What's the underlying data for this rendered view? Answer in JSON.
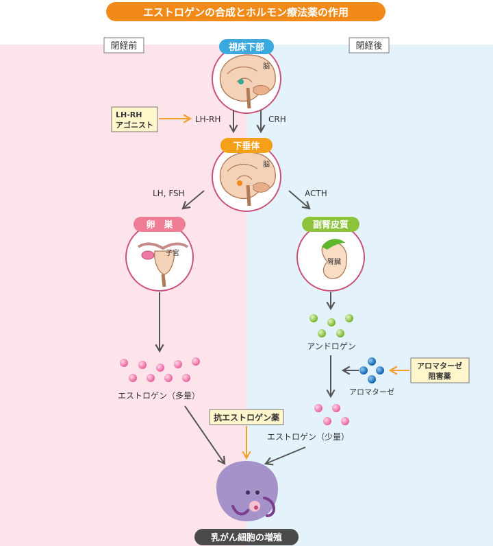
{
  "title": "エストロゲンの合成とホルモン療法薬の作用",
  "panels": {
    "pre": "閉経前",
    "post": "閉経後"
  },
  "organs": {
    "hypothalamus": "視床下部",
    "pituitary": "下垂体",
    "ovary": "卵　巣",
    "adrenal": "副腎皮質"
  },
  "inner_labels": {
    "brain1": "脳",
    "brain2": "脳",
    "uterus": "子宮",
    "kidney": "腎臓"
  },
  "hormones": {
    "lhrh": "LH-RH",
    "crh": "CRH",
    "lh_fsh": "LH, FSH",
    "acth": "ACTH",
    "androgen": "アンドロゲン",
    "aromatase": "アロマターゼ",
    "estrogen_high": "エストロゲン（多量）",
    "estrogen_low": "エストロゲン（少量）"
  },
  "drugs": {
    "lhrh_agonist_line1": "LH-RH",
    "lhrh_agonist_line2": "アゴニスト",
    "anti_estrogen": "抗エストロゲン薬",
    "aromatase_inhibitor_line1": "アロマターゼ",
    "aromatase_inhibitor_line2": "阻害薬"
  },
  "result": "乳がん細胞の増殖",
  "colors": {
    "pre_bg": "#fde4ea",
    "post_bg": "#e3f2fb",
    "title_bg": "#f18a18",
    "hypothalamus_badge": "#3aa9dd",
    "pituitary_badge": "#f5a019",
    "ovary_badge": "#ef7d96",
    "adrenal_badge": "#8dc33a",
    "drug_box": "#fff6cc",
    "drug_arrow": "#f1a02c",
    "flow_arrow": "#555555",
    "estrogen_dot": "#ec82ad",
    "androgen_dot": "#8cc63e",
    "aromatase_dot": "#1a7bc7",
    "cell": "#a592c8",
    "result_badge": "#4a4a4a"
  }
}
